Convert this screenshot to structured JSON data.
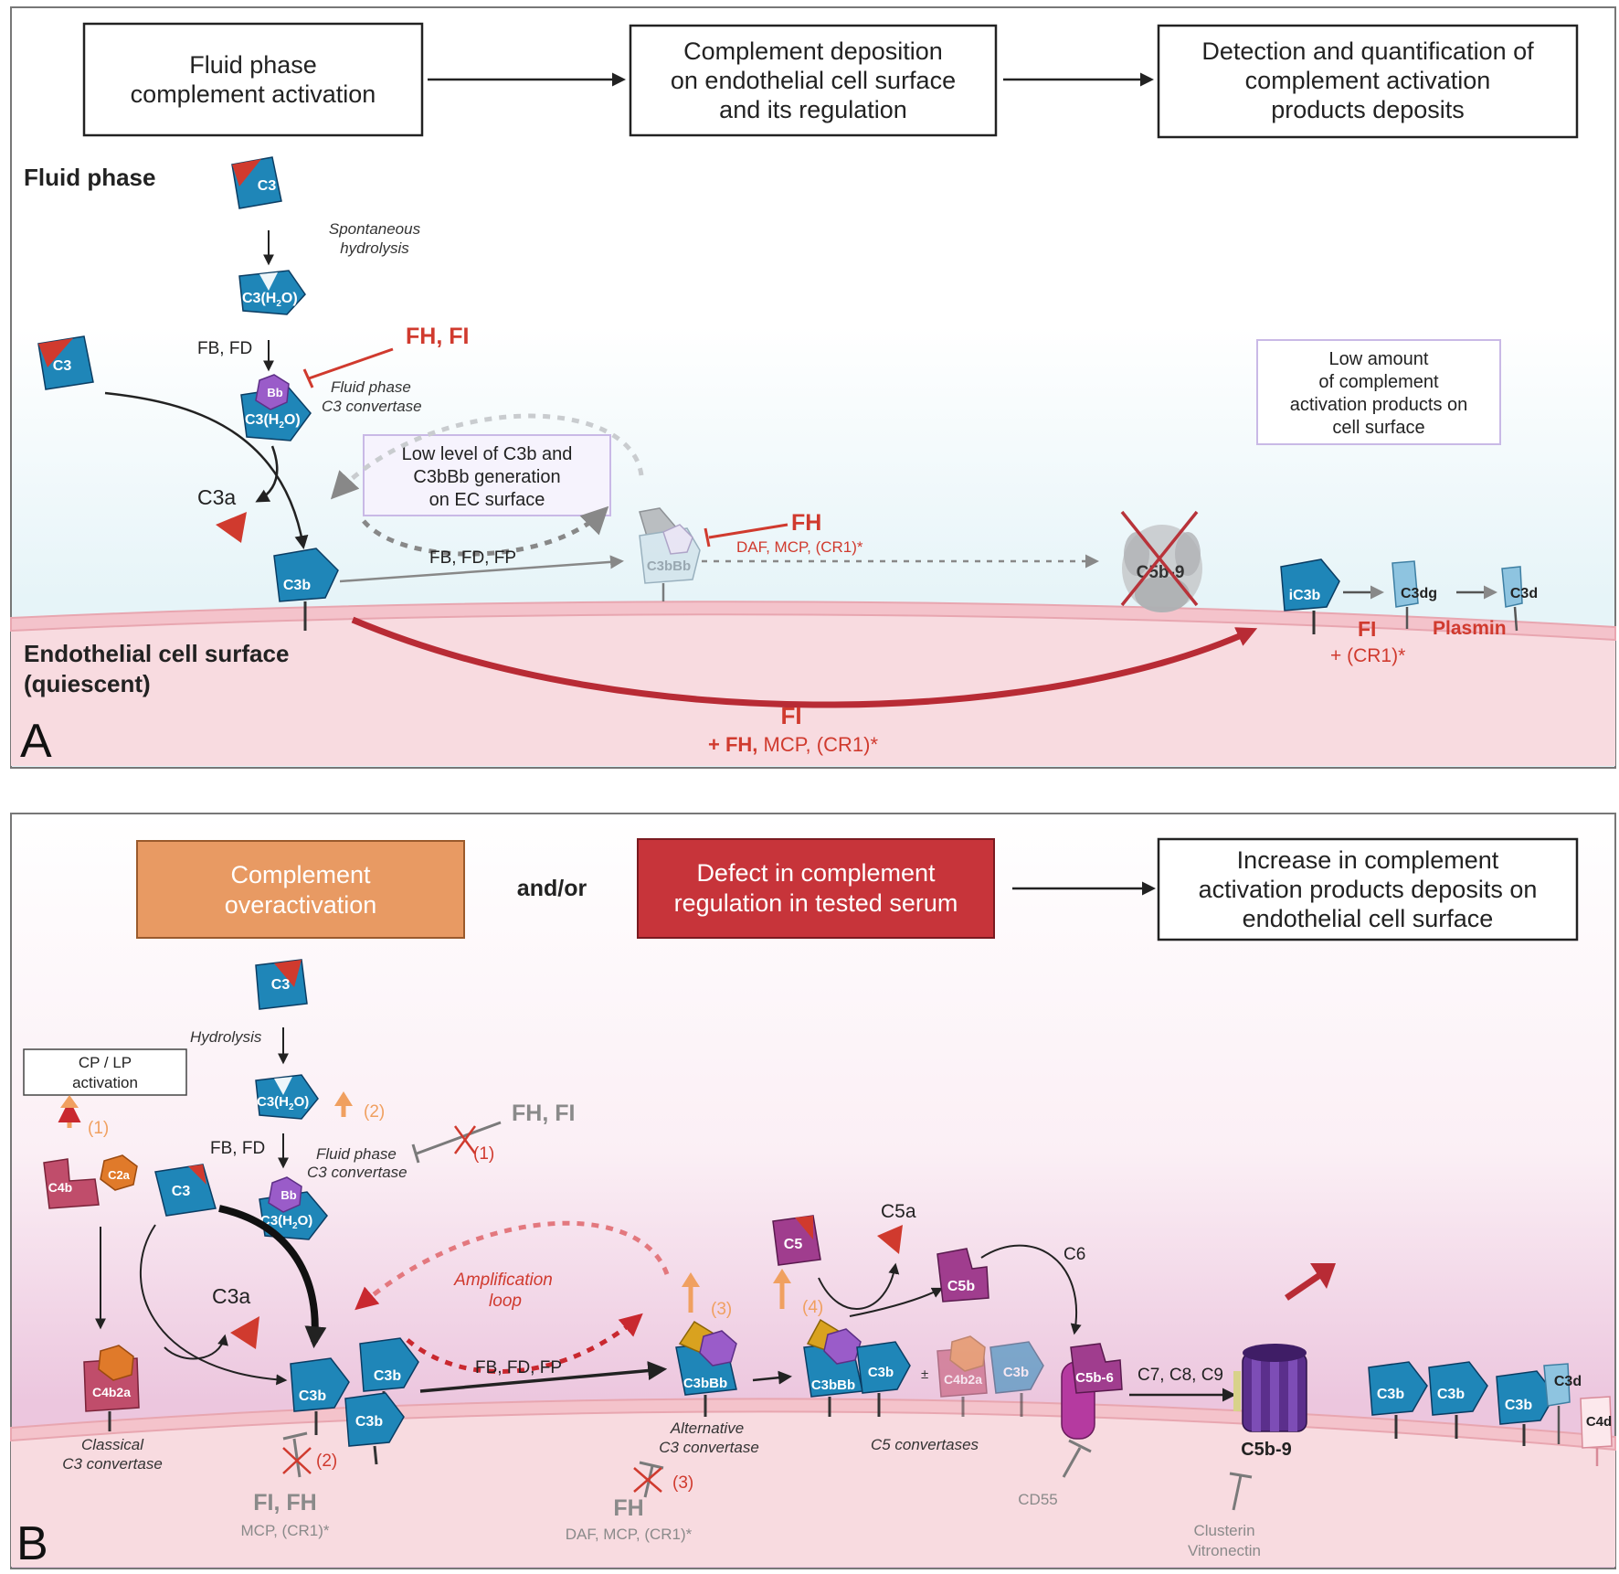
{
  "colors": {
    "c3": "#1f86b8",
    "c3_stroke": "#0b3d63",
    "red_accent": "#d03a2e",
    "bb": "#9a5cc9",
    "c4b": "#c04d6b",
    "c2a": "#e07a2a",
    "gold": "#d9a21f",
    "c5": "#a03d8e",
    "orange_box": "#e89a63",
    "red_box": "#c7343a",
    "pale_blue_gradient": "#e6f4f8",
    "pink_gradient": "#f8dbe0",
    "magenta_gradient": "#ecc6de",
    "membrane": "#e8a6b0",
    "arrow_black": "#222222",
    "arrow_red": "#b82b35",
    "arrow_gray": "#888888",
    "arrow_orange": "#f0a060",
    "lavender_box_border": "#c9b9e6"
  },
  "panelA": {
    "label": "A",
    "box1": [
      "Fluid phase",
      "complement activation"
    ],
    "box2": [
      "Complement deposition",
      "on endothelial cell surface",
      "and its regulation"
    ],
    "box3": [
      "Detection and quantification of",
      "complement activation",
      "products deposits"
    ],
    "fluid_phase": "Fluid phase",
    "spontaneous": [
      "Spontaneous",
      "hydrolysis"
    ],
    "fb_fd": "FB, FD",
    "fh_fi": "FH, FI",
    "fluid_conv": [
      "Fluid phase",
      "C3 convertase"
    ],
    "c3a": "C3a",
    "low_level": [
      "Low level of C3b and",
      "C3bBb generation",
      "on EC surface"
    ],
    "fb_fd_fp": "FB, FD, FP",
    "fh": "FH",
    "daf_mcp": "DAF, MCP, (CR1)*",
    "low_amount": [
      "Low amount",
      "of complement",
      "activation products on",
      "cell surface"
    ],
    "fi": "FI",
    "cr1": "+ (CR1)*",
    "plasmin": "Plasmin",
    "surface": [
      "Endothelial cell surface",
      "(quiescent)"
    ],
    "fi_bottom": "FI",
    "fh_bottom_bold": "+ FH,",
    "fh_bottom_rest": " MCP, (CR1)*",
    "mol": {
      "c3": "C3",
      "c3h2o_main": "C3(H",
      "c3h2o_sub": "2",
      "c3h2o_end": "O)",
      "bb": "Bb",
      "c3b": "C3b",
      "c3bbb": "C3bBb",
      "c5b9": "C5b-9",
      "ic3b": "iC3b",
      "c3dg": "C3dg",
      "c3d": "C3d"
    }
  },
  "panelB": {
    "label": "B",
    "box1": [
      "Complement",
      "overactivation"
    ],
    "andor": "and/or",
    "box2": [
      "Defect in complement",
      "regulation in tested serum"
    ],
    "box3": [
      "Increase in complement",
      "activation products deposits on",
      "endothelial cell surface"
    ],
    "hydrolysis": "Hydrolysis",
    "cp_lp": [
      "CP / LP",
      "activation"
    ],
    "n1": "(1)",
    "n2": "(2)",
    "n3": "(3)",
    "n4": "(4)",
    "fb_fd": "FB, FD",
    "fh_fi": "FH, FI",
    "fluid_conv": [
      "Fluid phase",
      "C3 convertase"
    ],
    "c3a": "C3a",
    "amp": [
      "Amplification",
      "loop"
    ],
    "fb_fd_fp": "FB, FD, FP",
    "c5a": "C5a",
    "c6": "C6",
    "c789": "C7, C8, C9",
    "classical": [
      "Classical",
      "C3 convertase"
    ],
    "alternative": [
      "Alternative",
      "C3 convertase"
    ],
    "c5conv": "C5 convertases",
    "c5b9": "C5b-9",
    "fi_fh": "FI, FH",
    "mcp_cr1": "MCP, (CR1)*",
    "fh": "FH",
    "daf_mcp": "DAF, MCP, (CR1)*",
    "cd55": "CD55",
    "clusterin": [
      "Clusterin",
      "Vitronectin"
    ],
    "pm": "±",
    "mol": {
      "c3": "C3",
      "c4b": "C4b",
      "c2a": "C2a",
      "c4b2a": "C4b2a",
      "c3b": "C3b",
      "c3bbb": "C3bBb",
      "c5": "C5",
      "c5b": "C5b",
      "c5b6": "C5b-6",
      "bb": "Bb",
      "c3d": "C3d",
      "c4d": "C4d",
      "c3h2o_main": "C3(H",
      "c3h2o_sub": "2",
      "c3h2o_end": "O)"
    }
  }
}
